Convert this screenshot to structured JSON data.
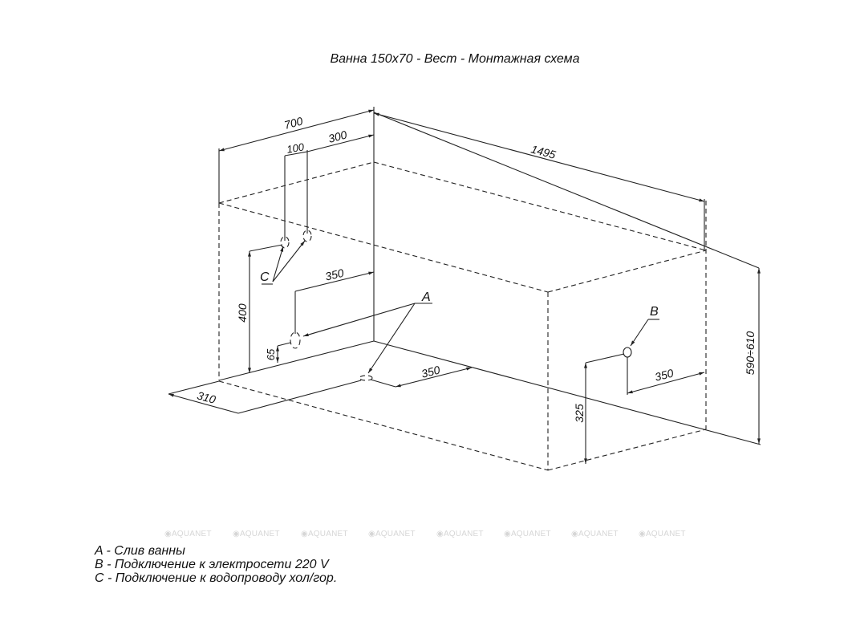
{
  "title": "Ванна 150х70 - Вест - Монтажная схема",
  "dimensions": {
    "width_700": "700",
    "d_100": "100",
    "d_300": "300",
    "length_1495": "1495",
    "height_400": "400",
    "d_350_wall": "350",
    "d_65": "65",
    "d_350_drain": "350",
    "d_310": "310",
    "d_325": "325",
    "d_350_power": "350",
    "height_range": "590÷610"
  },
  "markers": {
    "a": "A",
    "b": "B",
    "c": "C"
  },
  "legend": [
    "A - Слив ванны",
    "B - Подключение к электросети 220 V",
    "C - Подключение к водопроводу хол/гор."
  ],
  "watermark": "AQUANET"
}
